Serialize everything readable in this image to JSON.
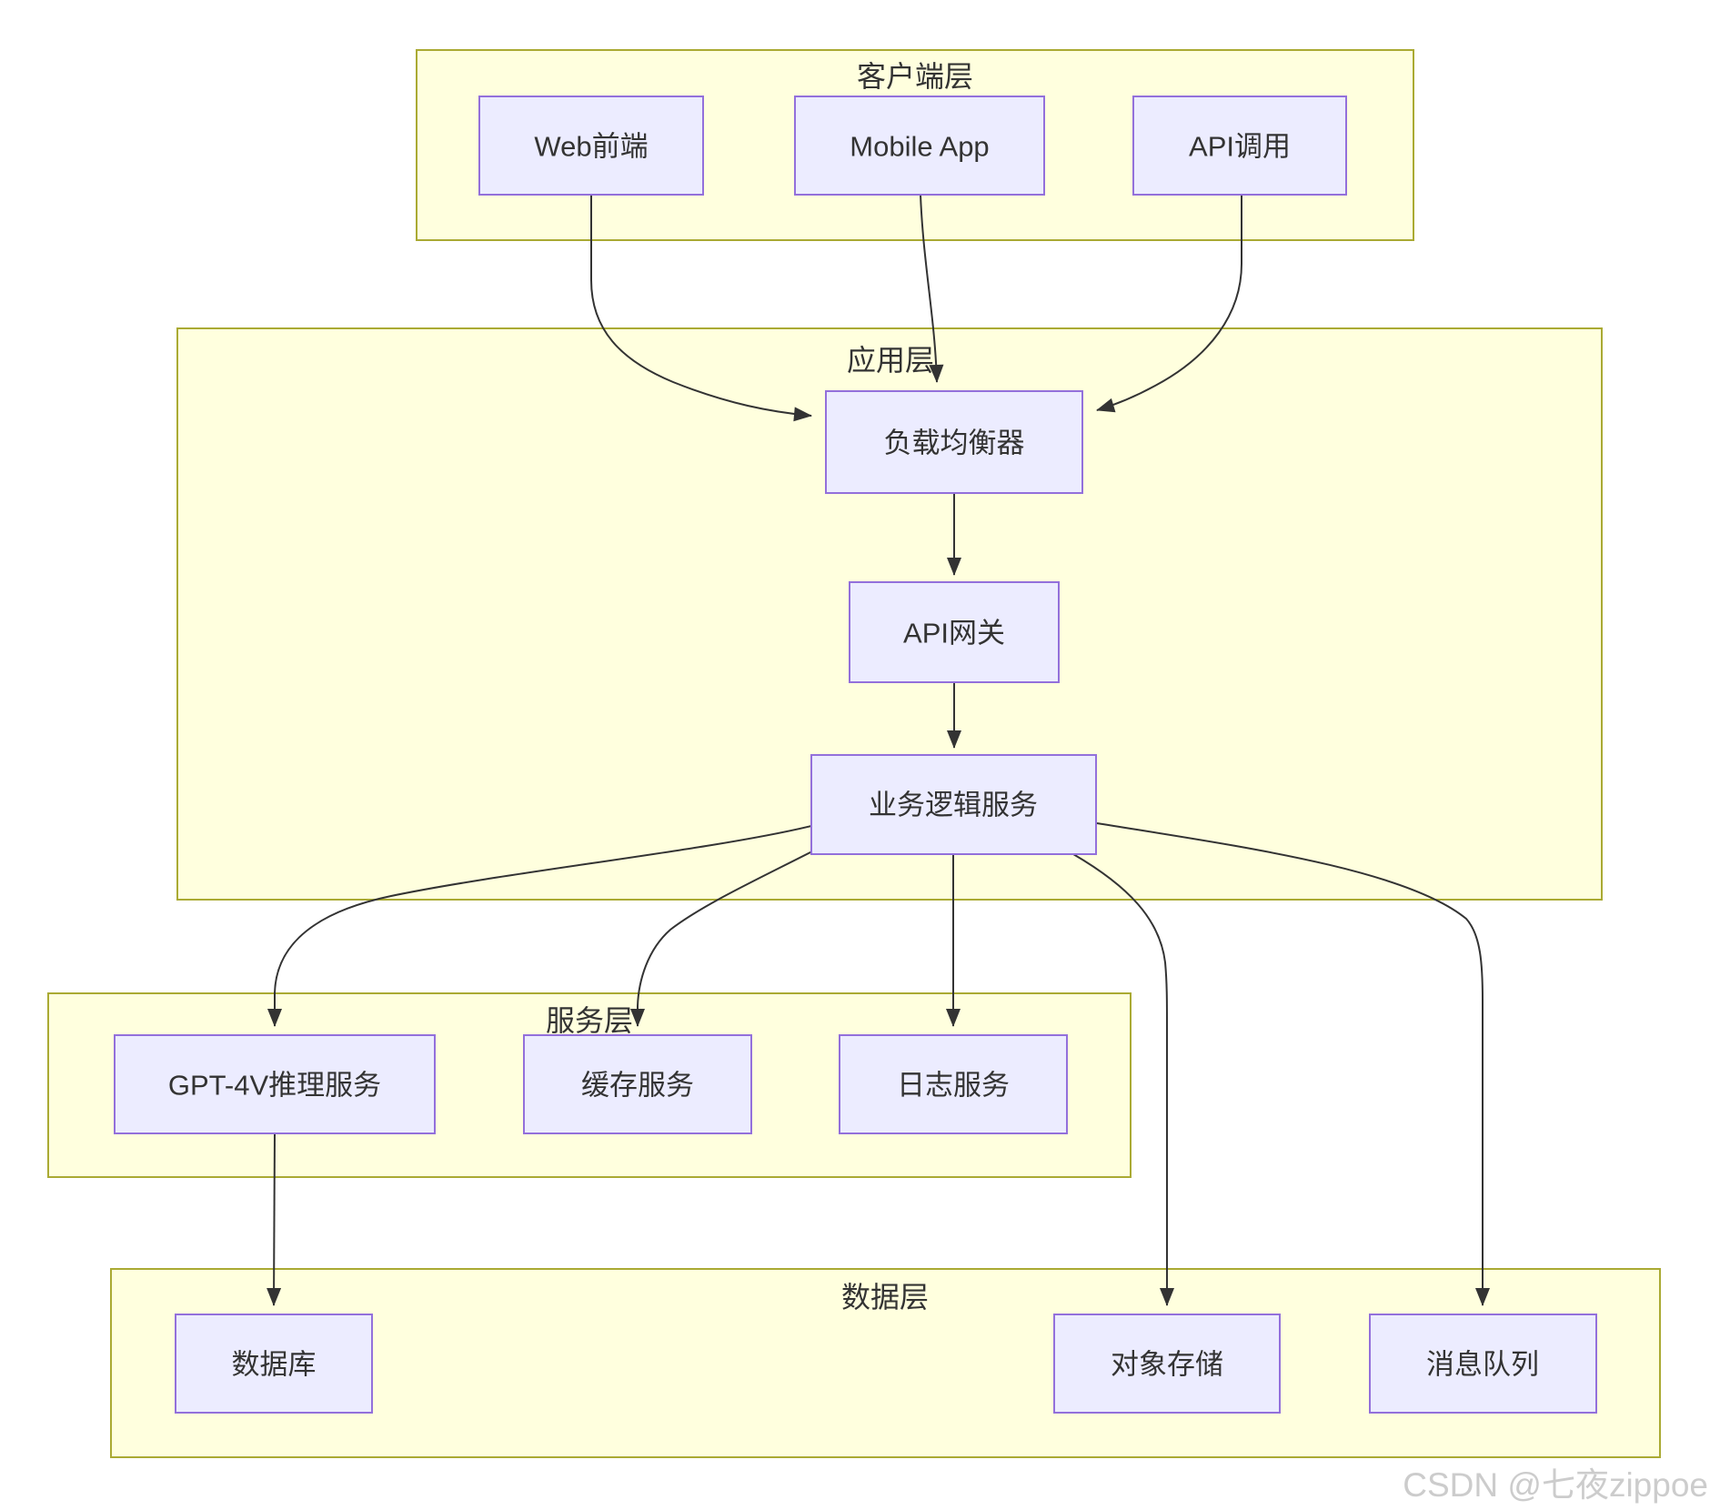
{
  "diagram": {
    "type": "architecture-flowchart",
    "layers": [
      {
        "id": "client",
        "label": "客户端层",
        "nodes": [
          {
            "id": "web",
            "label": "Web前端"
          },
          {
            "id": "mobile",
            "label": "Mobile App"
          },
          {
            "id": "api",
            "label": "API调用"
          }
        ]
      },
      {
        "id": "application",
        "label": "应用层",
        "nodes": [
          {
            "id": "lb",
            "label": "负载均衡器"
          },
          {
            "id": "gw",
            "label": "API网关"
          },
          {
            "id": "logic",
            "label": "业务逻辑服务"
          }
        ]
      },
      {
        "id": "service",
        "label": "服务层",
        "nodes": [
          {
            "id": "gpt4v",
            "label": "GPT-4V推理服务"
          },
          {
            "id": "cache",
            "label": "缓存服务"
          },
          {
            "id": "log",
            "label": "日志服务"
          }
        ]
      },
      {
        "id": "data",
        "label": "数据层",
        "nodes": [
          {
            "id": "db",
            "label": "数据库"
          },
          {
            "id": "oss",
            "label": "对象存储"
          },
          {
            "id": "mq",
            "label": "消息队列"
          }
        ]
      }
    ],
    "edges": [
      {
        "from": "Web前端",
        "to": "负载均衡器"
      },
      {
        "from": "Mobile App",
        "to": "负载均衡器"
      },
      {
        "from": "API调用",
        "to": "负载均衡器"
      },
      {
        "from": "负载均衡器",
        "to": "API网关"
      },
      {
        "from": "API网关",
        "to": "业务逻辑服务"
      },
      {
        "from": "业务逻辑服务",
        "to": "GPT-4V推理服务"
      },
      {
        "from": "业务逻辑服务",
        "to": "缓存服务"
      },
      {
        "from": "业务逻辑服务",
        "to": "日志服务"
      },
      {
        "from": "业务逻辑服务",
        "to": "对象存储"
      },
      {
        "from": "业务逻辑服务",
        "to": "消息队列"
      },
      {
        "from": "GPT-4V推理服务",
        "to": "数据库"
      }
    ],
    "colors": {
      "cluster_fill": "#ffffde",
      "cluster_border": "#aaaa33",
      "node_fill": "#ECECFF",
      "node_border": "#9370DB",
      "edge": "#333333",
      "text": "#333333",
      "watermark": "#cccccc",
      "page_bg": "#ffffff"
    },
    "watermark": "CSDN @七夜zippoe"
  }
}
